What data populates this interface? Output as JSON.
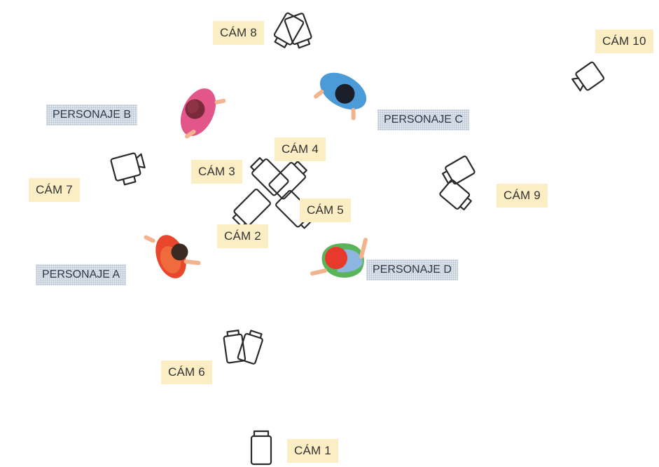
{
  "cameras": [
    {
      "id": "cam1",
      "label": "CÁM 1"
    },
    {
      "id": "cam2",
      "label": "CÁM 2"
    },
    {
      "id": "cam3",
      "label": "CÁM 3"
    },
    {
      "id": "cam4",
      "label": "CÁM 4"
    },
    {
      "id": "cam5",
      "label": "CÁM 5"
    },
    {
      "id": "cam6",
      "label": "CÁM 6"
    },
    {
      "id": "cam7",
      "label": "CÁM 7"
    },
    {
      "id": "cam8",
      "label": "CÁM 8"
    },
    {
      "id": "cam9",
      "label": "CÁM 9"
    },
    {
      "id": "cam10",
      "label": "CÁM 10"
    }
  ],
  "characters": [
    {
      "id": "a",
      "label": "PERSONAJE A",
      "color": "#e8472b"
    },
    {
      "id": "b",
      "label": "PERSONAJE B",
      "color": "#e3568a"
    },
    {
      "id": "c",
      "label": "PERSONAJE C",
      "color": "#4a9bd8"
    },
    {
      "id": "d",
      "label": "PERSONAJE D",
      "color": "#5ab55a"
    }
  ],
  "colors": {
    "camera_label_bg": "#fbeec4",
    "character_label_bg": "#dfe5ec",
    "camera_icon": "#2b2b2b"
  }
}
